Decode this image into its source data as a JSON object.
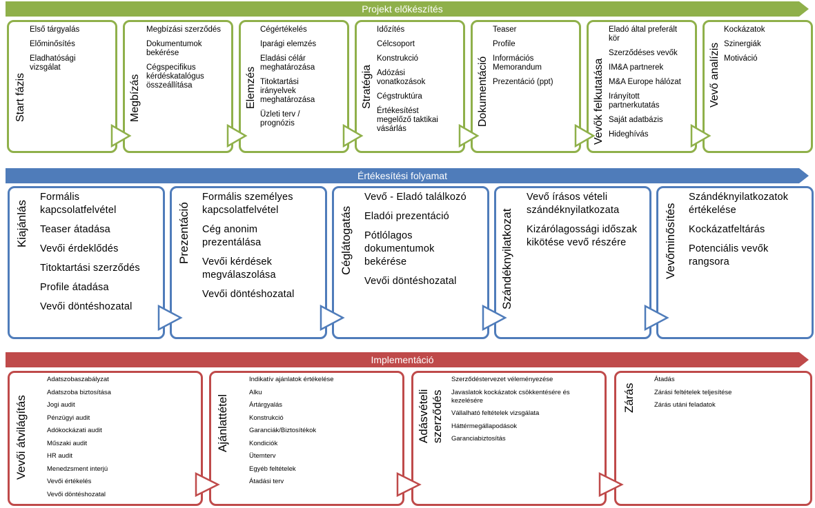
{
  "colors": {
    "green": "#8FB04A",
    "blue": "#4F7CBA",
    "red": "#BF4A4A"
  },
  "phases": [
    {
      "title": "Projekt előkészítés",
      "steps": [
        {
          "title": "Start fázis",
          "items": [
            "Első tárgyalás",
            "Előminősítés",
            "Eladhatósági vizsgálat"
          ]
        },
        {
          "title": "Megbízás",
          "items": [
            "Megbízási szerződés",
            "Dokumentumok bekérése",
            "Cégspecifikus kérdéskatalógus összeállítása"
          ]
        },
        {
          "title": "Elemzés",
          "items": [
            "Cégértékelés",
            "Iparági elemzés",
            "Eladási célár meghatározása",
            "Titoktartási irányelvek meghatározása",
            "Üzleti terv / prognózis"
          ]
        },
        {
          "title": "Stratégia",
          "items": [
            "Időzítés",
            "Célcsoport",
            "Konstrukció",
            "Adózási vonatkozások",
            "Cégstruktúra",
            "Értékesítést megelőző taktikai vásárlás"
          ]
        },
        {
          "title": "Dokumentáció",
          "items": [
            "Teaser",
            "Profile",
            "Információs Memorandum",
            "Prezentáció (ppt)"
          ]
        },
        {
          "title": "Vevők felkutatása",
          "items": [
            "Eladó által preferált kör",
            "Szerződéses vevők",
            "IM&A partnerek",
            "M&A Europe hálózat",
            "Irányított partnerkutatás",
            "Saját adatbázis",
            "Hideghívás"
          ]
        },
        {
          "title": "Vevő analízis",
          "items": [
            "Kockázatok",
            "Szinergiák",
            "Motiváció"
          ]
        }
      ]
    },
    {
      "title": "Értékesítési folyamat",
      "steps": [
        {
          "title": "Kiajánlás",
          "items": [
            "Formális kapcsolatfelvétel",
            "Teaser átadása",
            "Vevői érdeklődés",
            "Titoktartási szerződés",
            "Profile átadása",
            "Vevői döntéshozatal"
          ]
        },
        {
          "title": "Prezentáció",
          "items": [
            "Formális személyes kapcsolatfelvétel",
            "Cég anonim prezentálása",
            "Vevői kérdések megválaszolása",
            "Vevői döntéshozatal"
          ]
        },
        {
          "title": "Céglátogatás",
          "items": [
            "Vevő - Eladó találkozó",
            "Eladói prezentáció",
            "Pótlólagos dokumentumok bekérése",
            "Vevői döntéshozatal"
          ]
        },
        {
          "title": "Szándéknyilatkozat",
          "items": [
            "Vevő írásos vételi szándéknyilatkozata",
            "Kizárólagossági időszak kikötése vevő részére"
          ]
        },
        {
          "title": "Vevőminősítés",
          "items": [
            "Szándéknyilatkozatok értékelése",
            "Kockázatfeltárás",
            "Potenciális vevők rangsora"
          ]
        }
      ]
    },
    {
      "title": "Implementáció",
      "steps": [
        {
          "title": "Vevői átvilágítás",
          "items": [
            "Adatszobaszabályzat",
            "Adatszoba biztosítása",
            "Jogi audit",
            "Pénzügyi audit",
            "Adókockázati audit",
            "Műszaki audit",
            "HR audit",
            "Menedzsment interjú",
            "Vevői értékelés",
            "Vevői döntéshozatal"
          ]
        },
        {
          "title": "Ajánlattétel",
          "items": [
            "Indikatív ajánlatok értékelése",
            "Alku",
            "Ártárgyalás",
            "Konstrukció",
            "Garanciák/Biztosítékok",
            "Kondiciók",
            "Ütemterv",
            "Egyéb feltételek",
            "Átadási terv"
          ]
        },
        {
          "title_line1": "Adásvételi",
          "title_line2": "szerződés",
          "items": [
            "Szerződéstervezet véleményezése",
            "Javaslatok kockázatok csökkentésére és kezelésére",
            "Vállalható feltételek vizsgálata",
            "Háttérmegállapodások",
            "Garanciabiztosítás"
          ]
        },
        {
          "title": "Zárás",
          "items": [
            "Átadás",
            "Zárási feltételek teljesítése",
            "Zárás utáni feladatok"
          ]
        }
      ]
    }
  ]
}
